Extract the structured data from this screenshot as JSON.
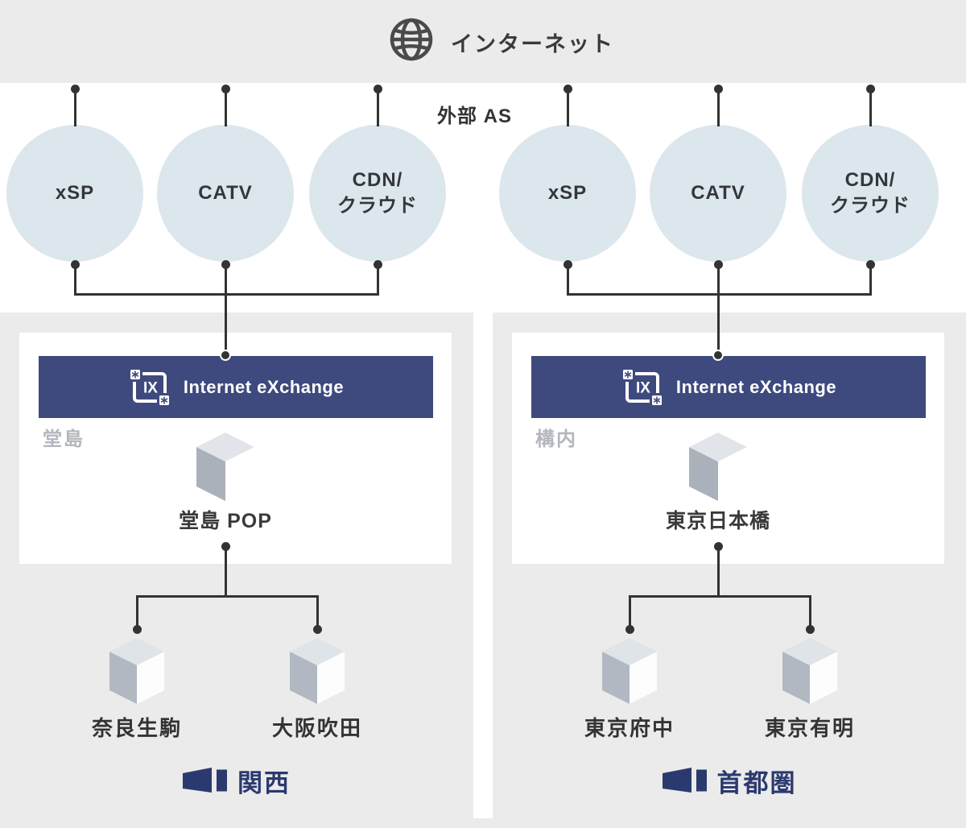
{
  "internet": {
    "label": "インターネット"
  },
  "external_as": {
    "label": "外部 AS"
  },
  "left": {
    "circles": [
      {
        "label": "xSP"
      },
      {
        "label": "CATV"
      },
      {
        "label": "CDN/\nクラウド"
      }
    ],
    "ix_header": {
      "icon_text": "IX",
      "title": "Internet eXchange"
    },
    "area_label": "堂島",
    "pop_label": "堂島 POP",
    "sites": [
      {
        "label": "奈良生駒"
      },
      {
        "label": "大阪吹田"
      }
    ],
    "region_label": "関西"
  },
  "right": {
    "circles": [
      {
        "label": "xSP"
      },
      {
        "label": "CATV"
      },
      {
        "label": "CDN/\nクラウド"
      }
    ],
    "ix_header": {
      "icon_text": "IX",
      "title": "Internet eXchange"
    },
    "area_label": "構内",
    "pop_label": "東京日本橋",
    "sites": [
      {
        "label": "東京府中"
      },
      {
        "label": "東京有明"
      }
    ],
    "region_label": "首都圏"
  },
  "colors": {
    "band_gray": "#ebebeb",
    "circle_fill": "#dce6ed",
    "line": "#333333",
    "header_navy": "#3e4a7e",
    "region_navy": "#2b3a6e",
    "muted_label": "#b3b6bc",
    "cube_top": "#e1e5ea",
    "cube_left": "#abb1ba",
    "cube_right": "#fdfdfe"
  },
  "icons": {
    "globe": "globe-icon",
    "ix_logo": "ix-logo-icon",
    "region_building": "building-icon",
    "node_cube": "cube-icon"
  }
}
